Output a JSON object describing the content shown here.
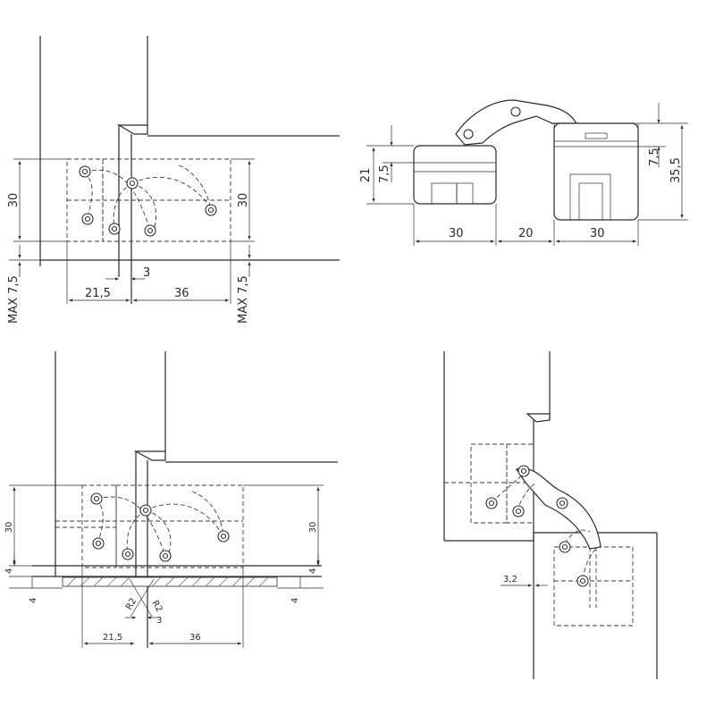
{
  "views": {
    "top_left": {
      "dim_height_left": "30",
      "dim_height_right": "30",
      "dim_gap": "3",
      "dim_left": "21,5",
      "dim_right": "36",
      "dim_max_left": "MAX 7,5",
      "dim_max_right": "MAX 7,5"
    },
    "top_right": {
      "dim_21": "21",
      "dim_7_5_left": "7,5",
      "dim_7_5_right": "7,5",
      "dim_35_5": "35,5",
      "dim_30_left": "30",
      "dim_20": "20",
      "dim_30_right": "30"
    },
    "bottom_left": {
      "dim_height_left": "30",
      "dim_height_right": "30",
      "dim_4_left_top": "4",
      "dim_4_left_bottom": "4",
      "dim_4_right_top": "4",
      "dim_4_right_bottom": "4",
      "dim_radius_left": "R2",
      "dim_radius_right": "R2",
      "dim_gap": "3",
      "dim_left": "21,5",
      "dim_right": "36"
    },
    "bottom_right": {
      "dim_3_2": "3,2"
    }
  }
}
